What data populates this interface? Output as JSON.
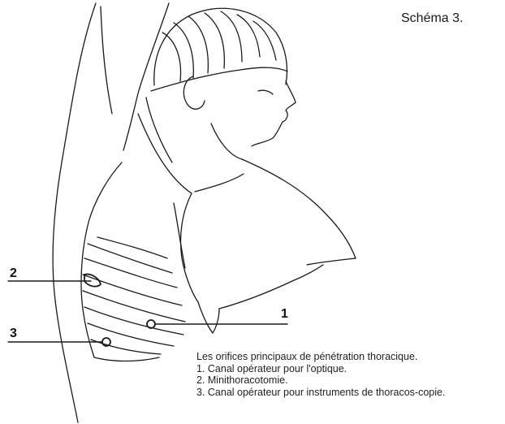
{
  "figure": {
    "title": "Schéma 3.",
    "markers": [
      {
        "label": "2"
      },
      {
        "label": "1"
      },
      {
        "label": "3"
      }
    ],
    "caption": {
      "heading": "Les orifices principaux de pénétration thoracique.",
      "items": [
        "1. Canal opérateur pour l'optique.",
        "2. Minithoracotomie.",
        "3. Canal opérateur pour instruments de thoracos-copie."
      ]
    }
  }
}
